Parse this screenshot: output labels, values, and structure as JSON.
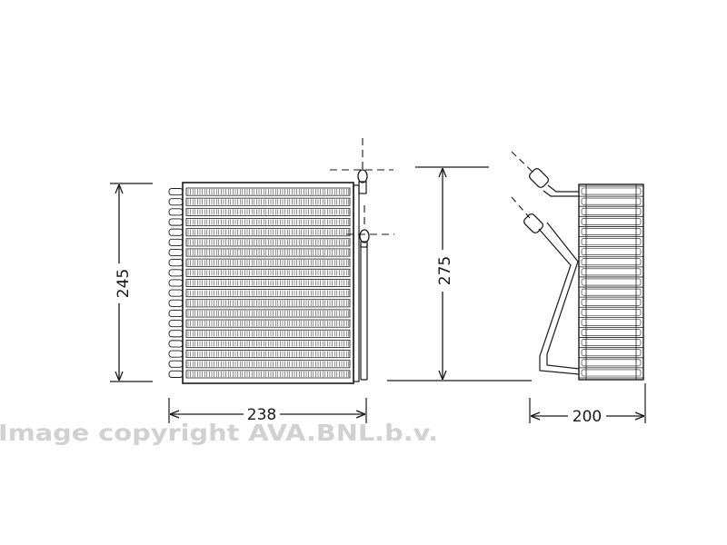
{
  "dimensions": {
    "front_height": "245",
    "total_height": "275",
    "front_width": "238",
    "side_depth": "200"
  },
  "watermark": "Image copyright AVA.BNL.b.v.",
  "colors": {
    "line": "#1a1a1a",
    "watermark": "#c9c9c9"
  }
}
